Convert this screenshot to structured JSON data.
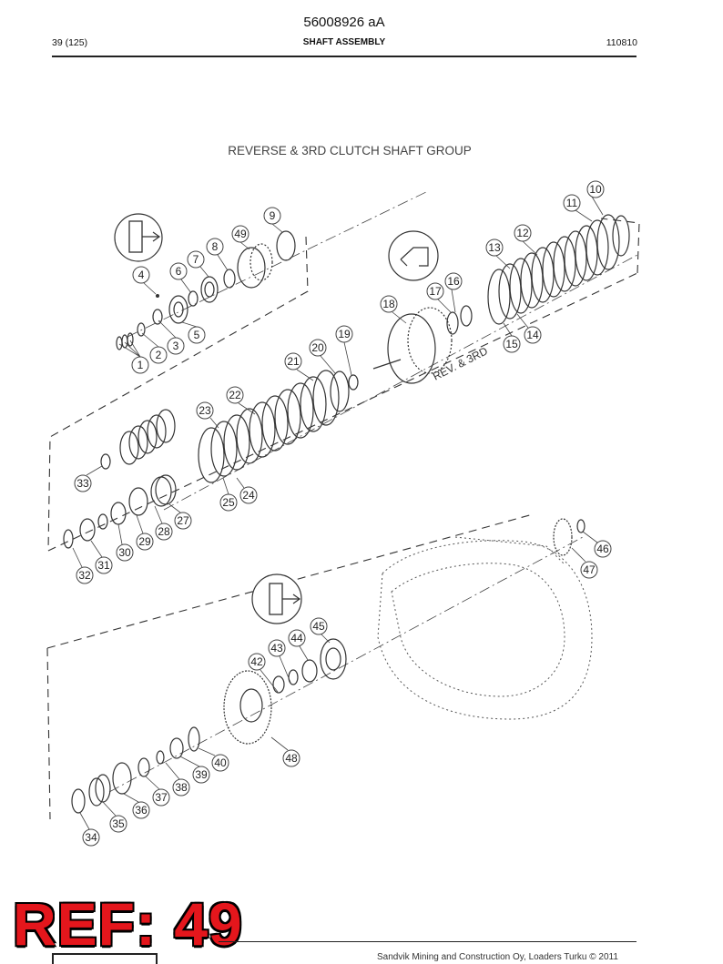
{
  "header": {
    "document_number": "56008926 aA",
    "page": "39 (125)",
    "section_title": "SHAFT ASSEMBLY",
    "date_code": "110810"
  },
  "diagram": {
    "title": "REVERSE & 3RD CLUTCH SHAFT GROUP",
    "shaft_label": "REV. & 3RD",
    "callouts": [
      "1",
      "2",
      "3",
      "4",
      "5",
      "6",
      "7",
      "8",
      "9",
      "10",
      "11",
      "12",
      "13",
      "14",
      "15",
      "16",
      "17",
      "18",
      "19",
      "20",
      "21",
      "22",
      "23",
      "24",
      "25",
      "27",
      "28",
      "29",
      "30",
      "31",
      "32",
      "33",
      "34",
      "35",
      "36",
      "37",
      "38",
      "39",
      "40",
      "42",
      "43",
      "44",
      "45",
      "46",
      "47",
      "48",
      "49"
    ]
  },
  "stamp": {
    "text": "REF: 49"
  },
  "footer": {
    "text": "Sandvik Mining and Construction Oy, Loaders Turku © 2011"
  }
}
